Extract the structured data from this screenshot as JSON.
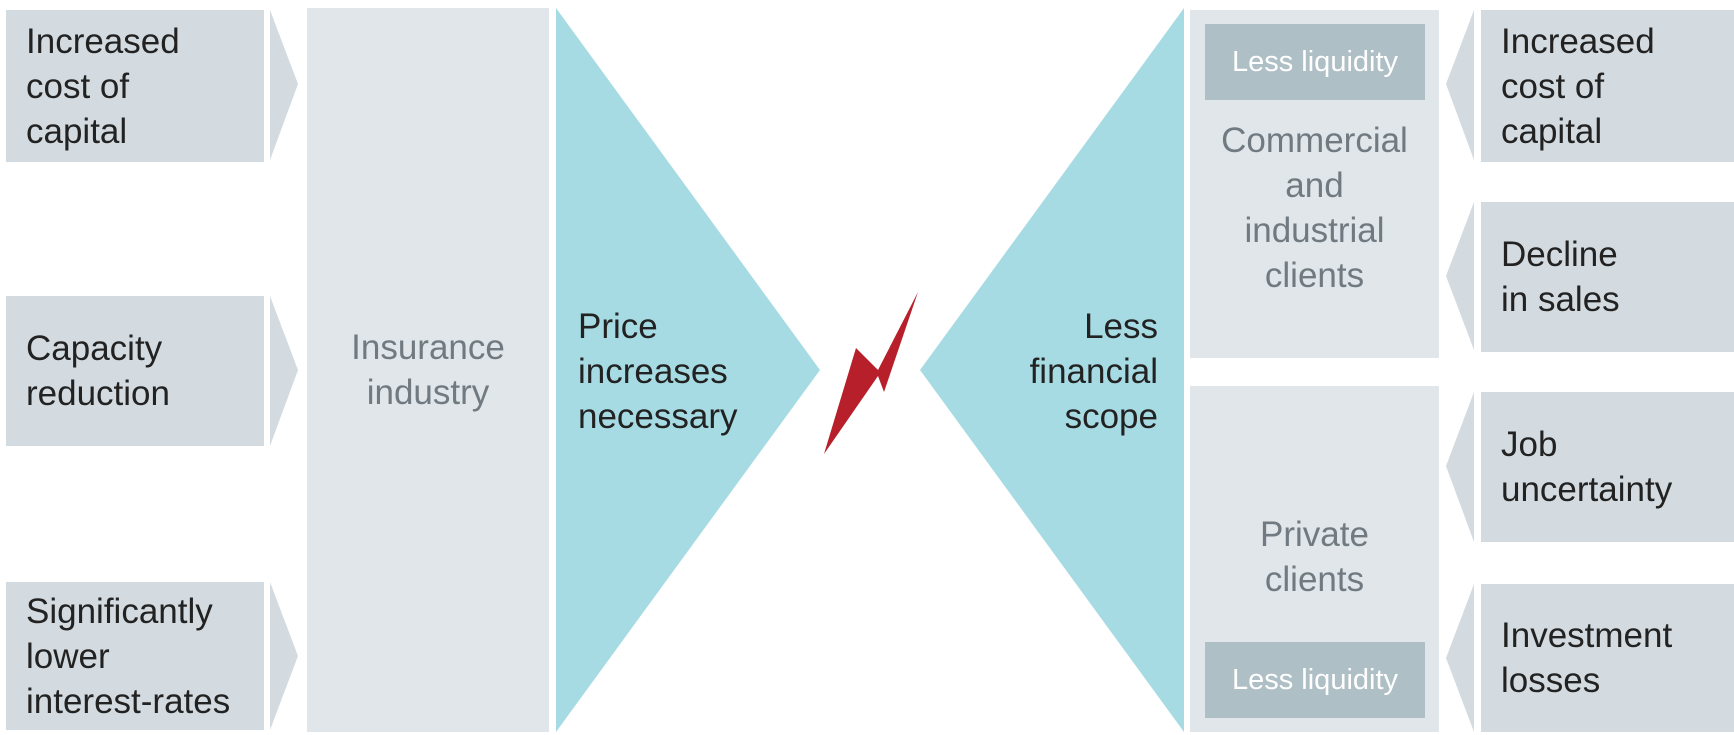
{
  "colors": {
    "box": "#d3dbe0",
    "column": "#e0e6ea",
    "tag": "#afbfc6",
    "teal": "#a6dbe3",
    "bolt": "#b71f2a",
    "muted_text": "#707a80"
  },
  "left_factors": [
    {
      "line1": "Increased",
      "line2": "cost of",
      "line3": "capital"
    },
    {
      "line1": "Capacity",
      "line2": "reduction"
    },
    {
      "line1": "Significantly",
      "line2": "lower",
      "line3": "interest-rates"
    }
  ],
  "insurance": {
    "line1": "Insurance",
    "line2": "industry"
  },
  "price": {
    "line1": "Price",
    "line2": "increases",
    "line3": "necessary"
  },
  "scope": {
    "line1": "Less",
    "line2": "financial",
    "line3": "scope"
  },
  "commercial": {
    "tag": "Less liquidity",
    "line1": "Commercial",
    "line2": "and",
    "line3": "industrial",
    "line4": "clients"
  },
  "private": {
    "tag": "Less liquidity",
    "line1": "Private",
    "line2": "clients"
  },
  "right_factors": [
    {
      "line1": "Increased",
      "line2": "cost of",
      "line3": "capital"
    },
    {
      "line1": "Decline",
      "line2": "in sales"
    },
    {
      "line1": "Job",
      "line2": "uncertainty"
    },
    {
      "line1": "Investment",
      "line2": "losses"
    }
  ]
}
